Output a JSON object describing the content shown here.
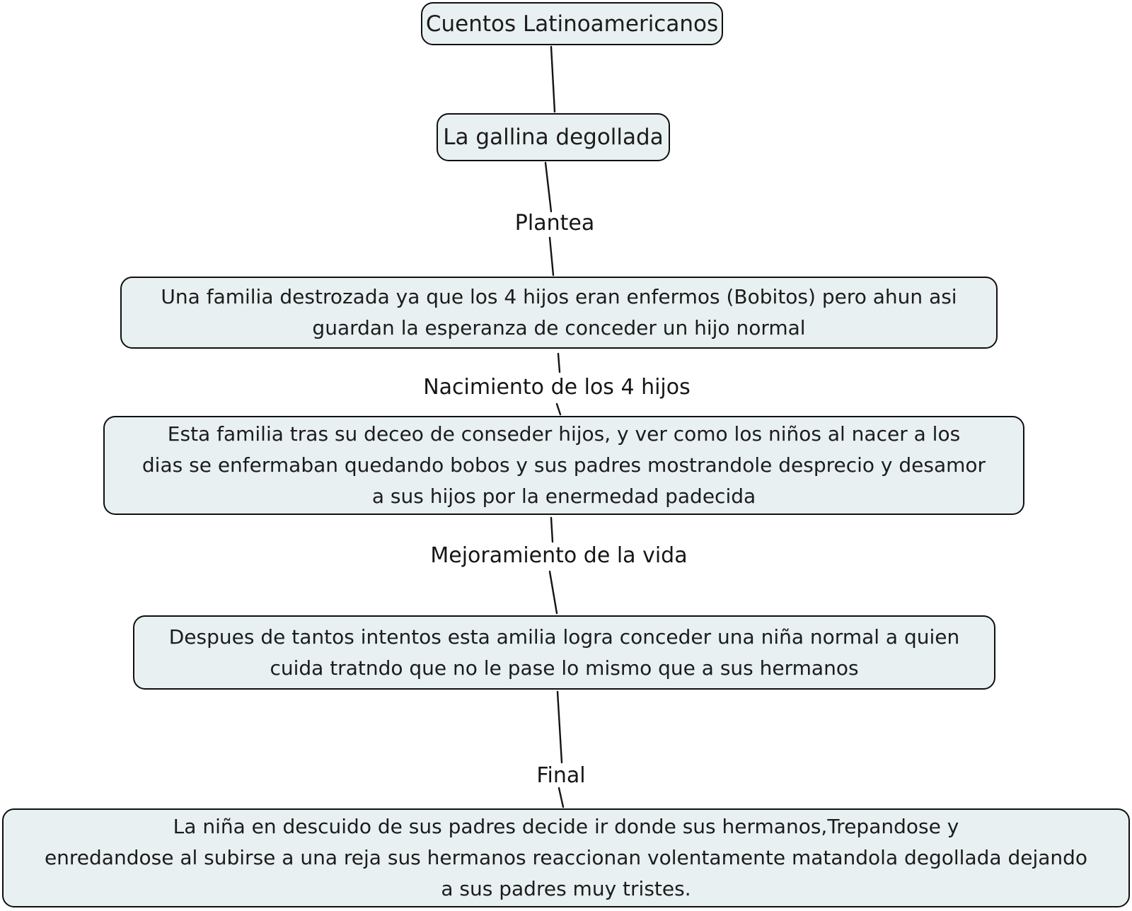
{
  "diagram": {
    "background_color": "#ffffff",
    "node_fill_color": "#e8f0f1",
    "node_border_color": "#101010",
    "text_color": "#1c1c1c",
    "nodes": {
      "root": {
        "label": "Cuentos Latinoamericanos"
      },
      "story": {
        "label": "La gallina degollada"
      },
      "plantea": {
        "text": "Una familia destrozada ya que los 4 hijos eran enfermos (Bobitos) pero ahun asi\nguardan la esperanza de conceder un hijo normal"
      },
      "nacimiento": {
        "text": "Esta familia tras su deceo de conseder hijos, y ver como los niños al nacer a los\ndias se enfermaban quedando bobos y sus padres mostrandole desprecio y desamor\na sus hijos por la enermedad padecida"
      },
      "mejoramiento": {
        "text": "Despues de tantos intentos esta amilia logra conceder una niña normal a quien\ncuida tratndo que no le pase lo mismo que a sus hermanos"
      },
      "final": {
        "text": "La niña en descuido de sus padres decide ir donde sus hermanos,Trepandose y\nenredandose al subirse a una reja sus hermanos reaccionan volentamente matandola degollada dejando\na sus padres muy tristes."
      }
    },
    "link_labels": {
      "plantea": {
        "label": "Plantea"
      },
      "nacimiento": {
        "label": "Nacimiento de los 4 hijos"
      },
      "mejoramiento": {
        "label": "Mejoramiento de la vida"
      },
      "final": {
        "label": "Final"
      }
    }
  }
}
